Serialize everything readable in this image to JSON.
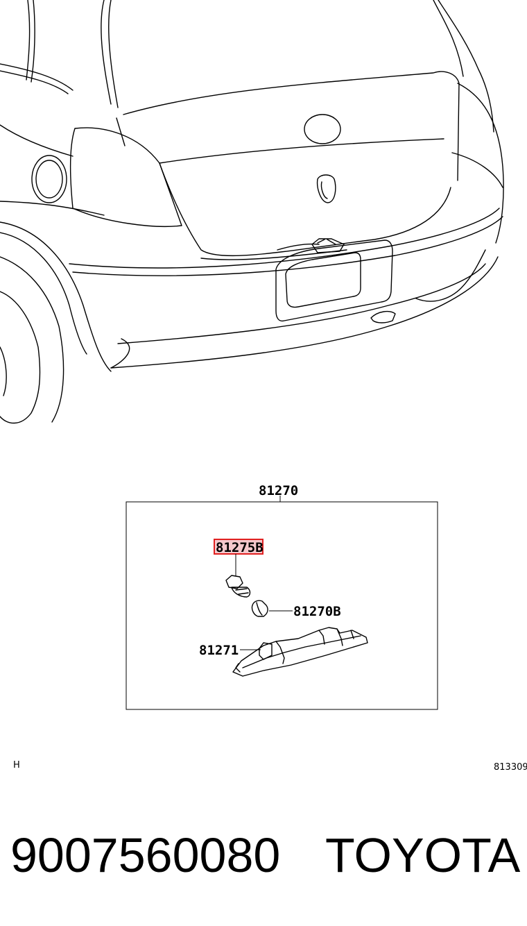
{
  "diagram": {
    "callouts": {
      "assembly": "81270",
      "socket": "81275B",
      "bulb": "81270B",
      "lens": "81271"
    },
    "left_code": "H",
    "ref_code": "813309"
  },
  "footer": {
    "part_number": "9007560080",
    "brand": "TOYOTA"
  },
  "colors": {
    "highlight_border": "#e02020",
    "highlight_fill": "#f4c8cc",
    "line": "#000000"
  }
}
